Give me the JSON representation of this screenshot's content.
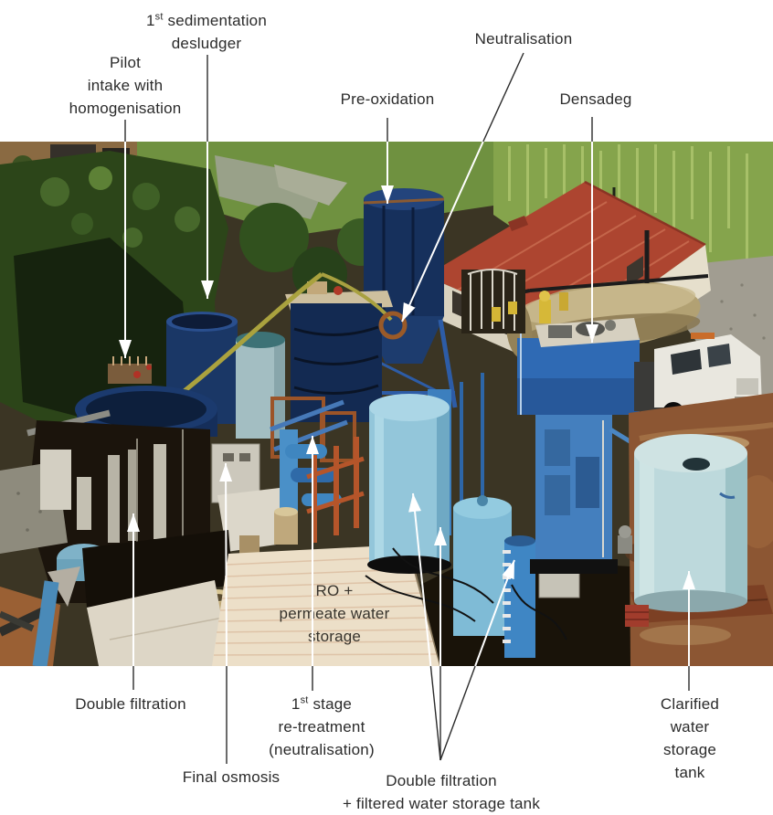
{
  "figure": {
    "caption_labels": {
      "first_sedimentation": {
        "base": "1",
        "sup": "st",
        "rest": " sedimentation\ndesludger"
      },
      "pilot_intake": {
        "text": "Pilot\nintake with\nhomogenisation"
      },
      "pre_oxidation": {
        "text": "Pre-oxidation"
      },
      "neutralisation": {
        "text": "Neutralisation"
      },
      "densadeg": {
        "text": "Densadeg"
      },
      "ro_permeate": {
        "text": "RO +\npermeate water\nstorage"
      },
      "double_filtration": {
        "text": "Double filtration"
      },
      "first_stage_retreatment": {
        "base": "1",
        "sup": "st",
        "rest": " stage\nre-treatment\n(neutralisation)"
      },
      "final_osmosis": {
        "text": "Final osmosis"
      },
      "double_filtration_filtered": {
        "text": "Double filtration\n+ filtered water storage tank"
      },
      "clarified_water": {
        "text": "Clarified water\nstorage tank"
      }
    },
    "colors": {
      "label_text": "#2b2b2b",
      "arrow_outside_photo": "#2b2b2b",
      "arrow_inside_photo": "#ffffff",
      "roof_red": "#ad4530",
      "tank_navy": "#16305c",
      "tank_light_blue": "#93c6da",
      "clarified_tank_pale": "#bdd9dc",
      "vegetation_dark": "#2c4519",
      "reeds_light": "#85a44c",
      "dirt_brown": "#8c5633"
    }
  }
}
